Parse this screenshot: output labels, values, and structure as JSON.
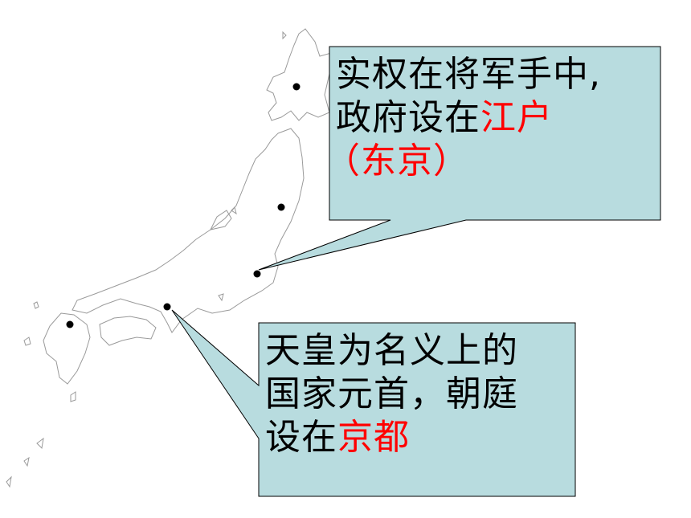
{
  "callouts": {
    "edo": {
      "line1": "实权在将军手中,",
      "line2_prefix": "政府设在",
      "line2_highlight": "江户",
      "line3_highlight": "（东京）"
    },
    "kyoto": {
      "line1": "天皇为名义上的",
      "line2": "国家元首，朝庭",
      "line3_prefix": "设在",
      "line3_highlight": "京都"
    }
  },
  "colors": {
    "callout_fill": "#b8dcdf",
    "callout_border": "#000000",
    "highlight": "#ff0000",
    "coastline": "#9a9a9a",
    "city_dot": "#000000"
  }
}
